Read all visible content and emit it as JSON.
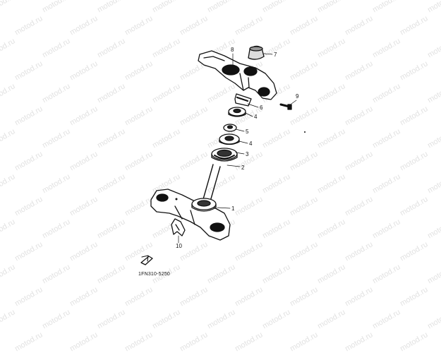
{
  "watermark": "motod.ru",
  "part_code": "1FN310-5250",
  "callouts": {
    "c1": "1",
    "c2": "2",
    "c3": "3",
    "c4a": "4",
    "c4b": "4",
    "c5": "5",
    "c6": "6",
    "c7": "7",
    "c8": "8",
    "c9": "9",
    "c10": "10"
  }
}
